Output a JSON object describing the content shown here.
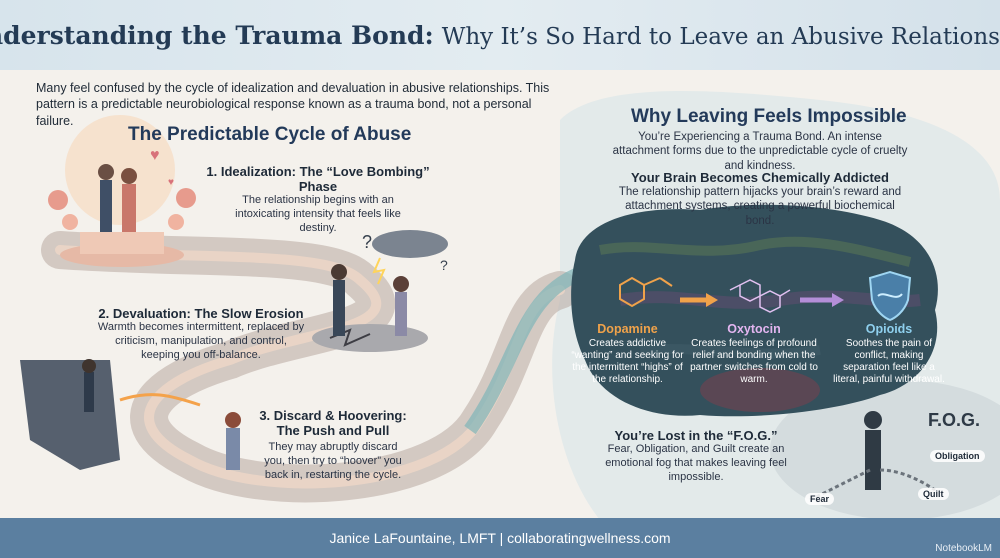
{
  "header": {
    "title_bold": "Understanding the Trauma Bond:",
    "title_rest": "Why It’s So Hard to Leave an Abusive Relationship"
  },
  "intro": "Many feel confused by the cycle of idealization and devaluation in abusive relationships. This pattern is a predictable neurobiological response known as a trauma bond, not a personal failure.",
  "cycle": {
    "title": "The Predictable Cycle of Abuse",
    "steps": [
      {
        "heading": "1. Idealization: The “Love Bombing” Phase",
        "text": "The relationship begins with an intoxicating intensity that feels like destiny."
      },
      {
        "heading": "2. Devaluation: The Slow Erosion",
        "text": "Warmth becomes intermittent, replaced by criticism, manipulation, and control, keeping you off-balance."
      },
      {
        "heading": "3. Discard & Hoovering: The Push and Pull",
        "text": "They may abruptly discard you, then try to “hoover” you back in, restarting the cycle."
      }
    ]
  },
  "why": {
    "title": "Why Leaving Feels Impossible",
    "trauma_bond": "You’re Experiencing a Trauma Bond. An intense attachment forms due to the unpredictable cycle of cruelty and kindness.",
    "addicted_heading": "Your Brain Becomes Chemically Addicted",
    "addicted_text": "The relationship pattern hijacks your brain’s reward and attachment systems, creating a powerful biochemical bond.",
    "chemicals": [
      {
        "name": "Dopamine",
        "text": "Creates addictive “wanting” and seeking for the intermittent “highs” of the relationship.",
        "color": "#f0a24a"
      },
      {
        "name": "Oxytocin",
        "text": "Creates feelings of profound relief and bonding when the partner switches from cold to warm.",
        "color": "#d9a0e8"
      },
      {
        "name": "Opioids",
        "text": "Soothes the pain of conflict, making separation feel like a literal, painful withdrawal.",
        "color": "#8fd0ee"
      }
    ],
    "fog_heading": "You’re Lost in the “F.O.G.”",
    "fog_text": "Fear, Obligation, and Guilt create an emotional fog that makes leaving feel impossible."
  },
  "fog": {
    "title": "F.O.G.",
    "labels": [
      "Obligation",
      "Quilt",
      "Fear"
    ]
  },
  "footer": {
    "credit": "Janice LaFountaine, LMFT | collaboratingwellness.com",
    "badge": "NotebookLM"
  },
  "colors": {
    "header_bg": "#d7e4ec",
    "footer_bg": "#5b7fa0",
    "title_text": "#243b55",
    "brain_dark": "#2f4a55"
  }
}
